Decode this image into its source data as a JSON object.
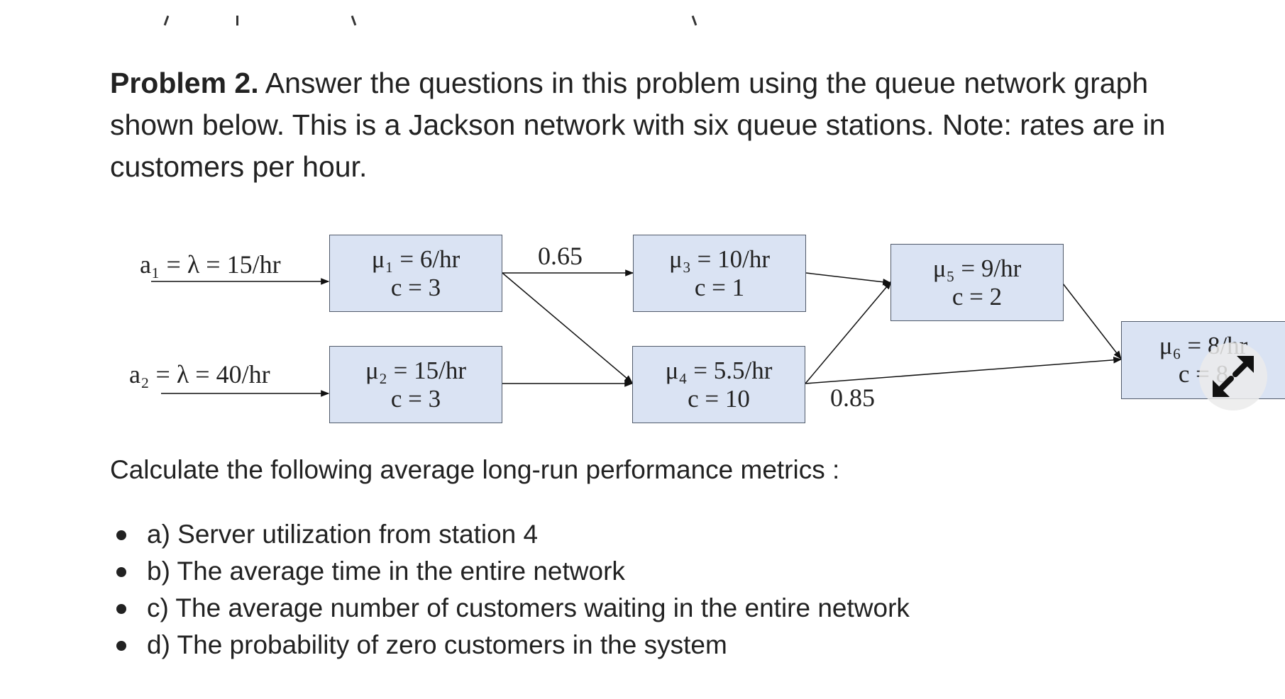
{
  "problem": {
    "title": "Problem 2.",
    "text": " Answer the questions in this problem using the queue network graph shown below. This is a Jackson network with six queue stations. Note: rates are in customers per hour."
  },
  "diagram": {
    "arrivals": [
      {
        "label": "a₁ = λ = 15/hr"
      },
      {
        "label": "a₂ = λ = 40/hr"
      }
    ],
    "stations": [
      {
        "rate": "μ₁ = 6/hr",
        "servers": "c = 3"
      },
      {
        "rate": "μ₂ = 15/hr",
        "servers": "c = 3"
      },
      {
        "rate": "μ₃ = 10/hr",
        "servers": "c = 1"
      },
      {
        "rate": "μ₄ = 5.5/hr",
        "servers": "c = 10"
      },
      {
        "rate": "μ₅ = 9/hr",
        "servers": "c = 2"
      },
      {
        "rate": "μ₆ = 8/hr",
        "servers": "c = 8"
      }
    ],
    "probabilities": {
      "p13": "0.65",
      "p46": "0.85"
    }
  },
  "metrics": {
    "intro": "Calculate the following average long-run performance metrics :",
    "items": [
      "a) Server utilization from station 4",
      "b) The average time in the entire network",
      "c) The average number of customers waiting in the entire network",
      "d) The probability of zero customers in the system"
    ]
  },
  "colors": {
    "node_fill": "#dae3f3",
    "node_border": "#505a6a",
    "text": "#222222"
  },
  "icons": {
    "expand": "expand-arrows-icon"
  }
}
